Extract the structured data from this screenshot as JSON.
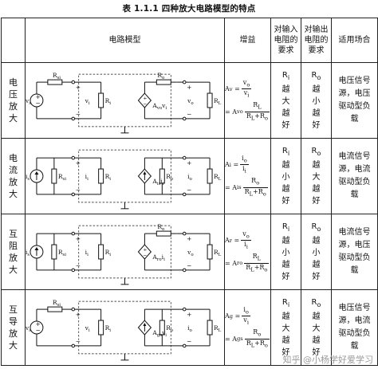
{
  "caption": "表 1.1.1   四种放大电路模型的特点",
  "headers": {
    "model": "电路模型",
    "gain": "增益",
    "input_req": "对输入电阻的要求",
    "output_req": "对输出电阻的要求",
    "app": "适用场合"
  },
  "rows": [
    {
      "name": "电压放大",
      "gain_lhs": "A",
      "gain_lhs_sub": "v",
      "gain_num": "v",
      "gain_num_sub": "o",
      "gain_den": "v",
      "gain_den_sub": "i",
      "gain_coef": "A",
      "gain_coef_sub": "vo",
      "gain_rnum": "R",
      "gain_rnum_sub": "L",
      "gain_rden": "R",
      "gain_rden_sub": "L",
      "gain_rden2": "R",
      "gain_rden2_sub": "o",
      "ri_label": "R",
      "ri_sub": "i",
      "ro_label": "R",
      "ro_sub": "o",
      "input_trend": "越大越好",
      "output_trend": "越小越好",
      "app": "电压信号源，电压驱动型负载",
      "source_label": "v",
      "source_sub": "s",
      "rs_label": "R",
      "rs_sub": "si",
      "in_label": "v",
      "in_sub": "i",
      "ctrl_label": "A",
      "ctrl_sub": "vo",
      "ctrl_var": "v",
      "ctrl_var_sub": "i",
      "out_label": "v",
      "out_sub": "o",
      "load_label": "R",
      "load_sub": "L"
    },
    {
      "name": "电流放大",
      "gain_lhs": "A",
      "gain_lhs_sub": "i",
      "gain_num": "i",
      "gain_num_sub": "o",
      "gain_den": "i",
      "gain_den_sub": "i",
      "gain_coef": "A",
      "gain_coef_sub": "is",
      "gain_rnum": "R",
      "gain_rnum_sub": "o",
      "gain_rden": "R",
      "gain_rden_sub": "L",
      "gain_rden2": "R",
      "gain_rden2_sub": "o",
      "ri_label": "R",
      "ri_sub": "i",
      "ro_label": "R",
      "ro_sub": "o",
      "input_trend": "越小越好",
      "output_trend": "越大越好",
      "app": "电流信号源，电流驱动型负载",
      "source_label": "i",
      "source_sub": "s",
      "rs_label": "R",
      "rs_sub": "si",
      "in_label": "i",
      "in_sub": "i",
      "ctrl_label": "A",
      "ctrl_sub": "is",
      "ctrl_var": "i",
      "ctrl_var_sub": "i",
      "out_label": "i",
      "out_sub": "o",
      "load_label": "R",
      "load_sub": "L"
    },
    {
      "name": "互阻放大",
      "gain_lhs": "A",
      "gain_lhs_sub": "r",
      "gain_num": "v",
      "gain_num_sub": "o",
      "gain_den": "i",
      "gain_den_sub": "i",
      "gain_coef": "A",
      "gain_coef_sub": "ro",
      "gain_rnum": "R",
      "gain_rnum_sub": "L",
      "gain_rden": "R",
      "gain_rden_sub": "L",
      "gain_rden2": "R",
      "gain_rden2_sub": "o",
      "ri_label": "R",
      "ri_sub": "i",
      "ro_label": "R",
      "ro_sub": "o",
      "input_trend": "越小越好",
      "output_trend": "越小越好",
      "app": "电流信号源，电压驱动型负载",
      "source_label": "i",
      "source_sub": "s",
      "rs_label": "R",
      "rs_sub": "si",
      "in_label": "i",
      "in_sub": "i",
      "ctrl_label": "A",
      "ctrl_sub": "ro",
      "ctrl_var": "i",
      "ctrl_var_sub": "i",
      "out_label": "v",
      "out_sub": "o",
      "load_label": "R",
      "load_sub": "L"
    },
    {
      "name": "互导放大",
      "gain_lhs": "A",
      "gain_lhs_sub": "g",
      "gain_num": "i",
      "gain_num_sub": "o",
      "gain_den": "v",
      "gain_den_sub": "i",
      "gain_coef": "A",
      "gain_coef_sub": "gs",
      "gain_rnum": "R",
      "gain_rnum_sub": "o",
      "gain_rden": "R",
      "gain_rden_sub": "L",
      "gain_rden2": "R",
      "gain_rden2_sub": "o",
      "ri_label": "R",
      "ri_sub": "i",
      "ro_label": "R",
      "ro_sub": "o",
      "input_trend": "越大越好",
      "output_trend": "越大越好",
      "app": "电压信号源，电流驱动型负载",
      "source_label": "v",
      "source_sub": "s",
      "rs_label": "R",
      "rs_sub": "si",
      "in_label": "v",
      "in_sub": "i",
      "ctrl_label": "A",
      "ctrl_sub": "gs",
      "ctrl_var": "v",
      "ctrl_var_sub": "i",
      "out_label": "i",
      "out_sub": "o",
      "load_label": "R",
      "load_sub": "L"
    }
  ],
  "watermark": "知乎 @小杨学好爱学习"
}
